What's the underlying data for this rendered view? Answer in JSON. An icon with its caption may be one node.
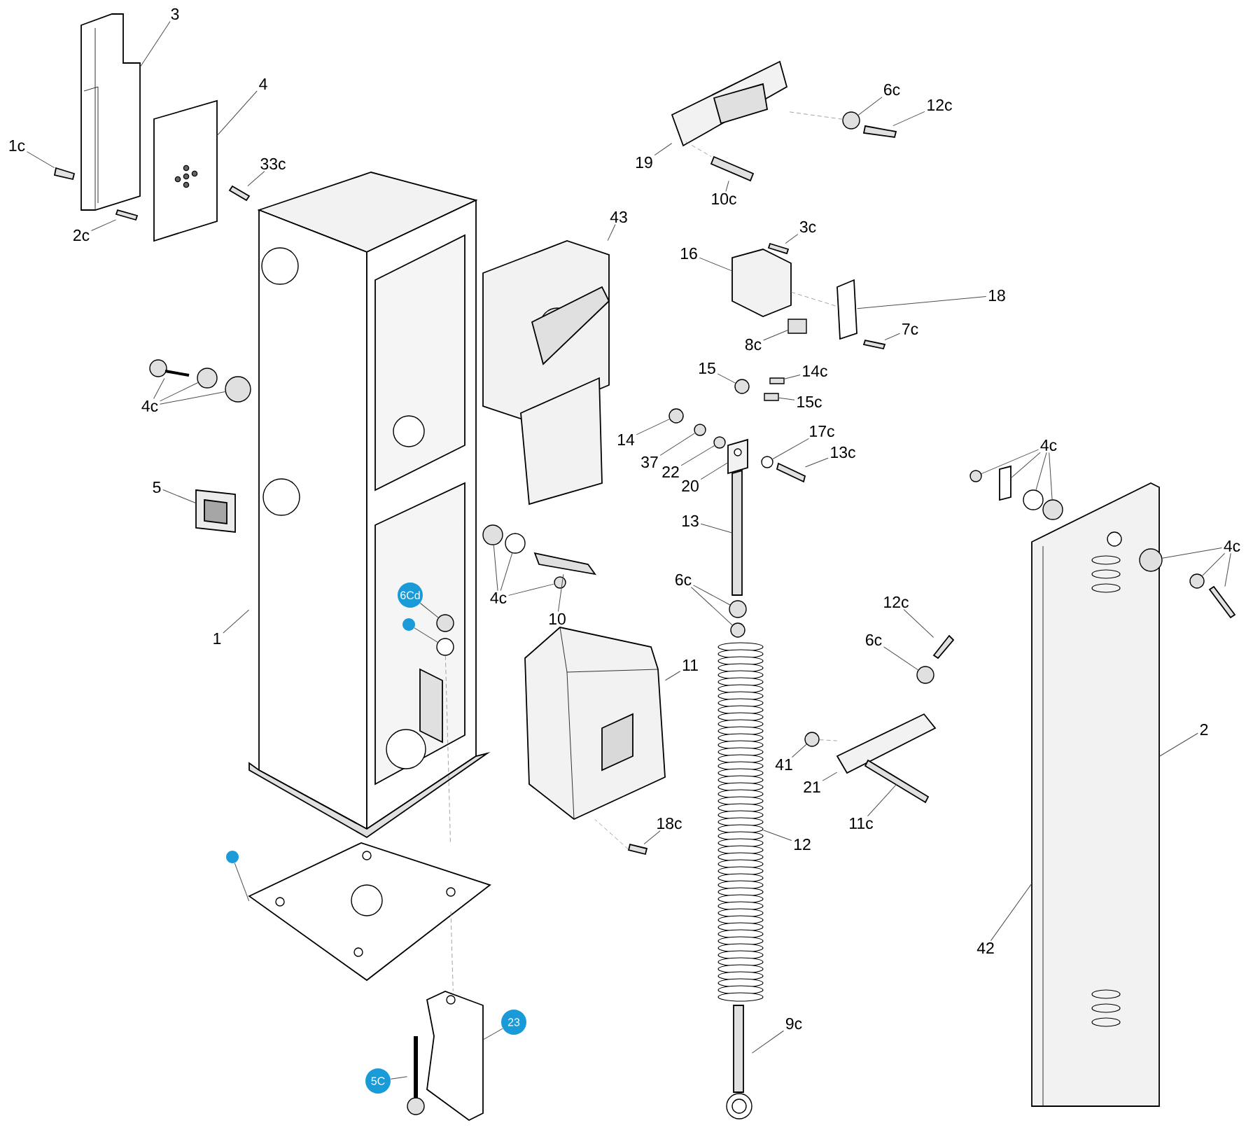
{
  "diagram": {
    "nodes": [
      {
        "text": [
          "3"
        ]
      },
      {
        "text": [
          "4"
        ]
      },
      {
        "text": [
          "1c"
        ]
      },
      {
        "text": [
          "33c"
        ]
      },
      {
        "text": [
          "2c"
        ]
      },
      {
        "text": [
          "43"
        ]
      },
      {
        "text": [
          "4c"
        ]
      },
      {
        "text": [
          "5"
        ]
      },
      {
        "text": [
          "1"
        ]
      },
      {
        "text": [
          "19"
        ]
      },
      {
        "text": [
          "6c"
        ]
      },
      {
        "text": [
          "12c"
        ]
      },
      {
        "text": [
          "10c"
        ]
      },
      {
        "text": [
          "3c"
        ]
      },
      {
        "text": [
          "16"
        ]
      },
      {
        "text": [
          "18"
        ]
      },
      {
        "text": [
          "7c"
        ]
      },
      {
        "text": [
          "8c"
        ]
      },
      {
        "text": [
          "15"
        ]
      },
      {
        "text": [
          "14c"
        ]
      },
      {
        "text": [
          "15c"
        ]
      },
      {
        "text": [
          "14"
        ]
      },
      {
        "text": [
          "37"
        ]
      },
      {
        "text": [
          "22"
        ]
      },
      {
        "text": [
          "20"
        ]
      },
      {
        "text": [
          "17c"
        ]
      },
      {
        "text": [
          "13c"
        ]
      },
      {
        "text": [
          "4c"
        ]
      },
      {
        "text": [
          "10"
        ]
      },
      {
        "text": [
          "6Cd"
        ],
        "in": 59
      },
      {
        "text": [],
        "shape": "circle",
        "in": 59
      },
      {
        "text": [
          "11"
        ]
      },
      {
        "text": [
          "13"
        ]
      },
      {
        "text": [
          "6c"
        ]
      },
      {
        "text": [
          "18c"
        ]
      },
      {
        "text": [
          "12c"
        ]
      },
      {
        "text": [
          "6c"
        ]
      },
      {
        "text": [
          "41"
        ]
      },
      {
        "text": [
          "21"
        ]
      },
      {
        "text": [
          "11c"
        ]
      },
      {
        "text": [
          "12"
        ]
      },
      {
        "text": [
          "9c"
        ]
      },
      {
        "text": [],
        "shape": "circle"
      },
      {
        "text": [
          "23"
        ]
      },
      {
        "text": [
          "5C"
        ]
      },
      {
        "text": [
          "4c"
        ]
      },
      {
        "text": [
          "4c"
        ]
      },
      {
        "text": [
          "2"
        ]
      },
      {
        "text": [
          "42"
        ]
      },
      {
        "text": [],
        "shape": "picture"
      },
      {
        "text": [],
        "shape": "picture"
      },
      {
        "text": [],
        "shape": "box"
      },
      {
        "text": [],
        "shape": "box"
      },
      {
        "text": [],
        "shape": "box"
      },
      {
        "text": [],
        "shape": "picture"
      },
      {
        "text": [],
        "shape": "picture"
      },
      {
        "text": [],
        "shape": "circle"
      },
      {
        "text": [],
        "shape": "circle"
      },
      {
        "text": [],
        "shape": "picture"
      },
      {
        "text": [],
        "shape": "picture"
      },
      {
        "text": [],
        "shape": "picture"
      },
      {
        "text": [],
        "shape": "circle"
      },
      {
        "text": [],
        "shape": "box"
      },
      {
        "text": [],
        "shape": "box"
      },
      {
        "text": [],
        "shape": "box"
      },
      {
        "text": [],
        "shape": "box"
      },
      {
        "text": [],
        "shape": "box"
      },
      {
        "text": [],
        "shape": "box"
      },
      {
        "text": [],
        "shape": "box"
      },
      {
        "text": [],
        "shape": "circle"
      },
      {
        "text": [],
        "shape": "box"
      },
      {
        "text": [],
        "shape": "box"
      },
      {
        "text": [],
        "shape": "circle"
      },
      {
        "text": [],
        "shape": "circle"
      },
      {
        "text": [],
        "shape": "circle"
      },
      {
        "text": [],
        "shape": "picture"
      },
      {
        "text": [],
        "shape": "circle"
      },
      {
        "text": [],
        "shape": "box"
      },
      {
        "text": [],
        "shape": "circle"
      },
      {
        "text": [],
        "shape": "circle"
      },
      {
        "text": [],
        "shape": "circle"
      },
      {
        "text": [],
        "shape": "box"
      },
      {
        "text": [],
        "shape": "circle",
        "in": 59
      },
      {
        "text": [],
        "shape": "circle",
        "in": 59
      },
      {
        "text": [],
        "shape": "picture"
      },
      {
        "text": [],
        "shape": "box"
      },
      {
        "text": [],
        "shape": "circle"
      },
      {
        "text": [],
        "shape": "circle"
      },
      {
        "text": [],
        "shape": "box"
      },
      {
        "text": [],
        "shape": "box"
      },
      {
        "text": [],
        "shape": "circle"
      },
      {
        "text": [],
        "shape": "circle"
      },
      {
        "text": [],
        "shape": "box"
      },
      {
        "text": [],
        "shape": "box"
      },
      {
        "text": [],
        "shape": "picture"
      },
      {
        "text": [],
        "shape": "picture"
      },
      {
        "text": [],
        "shape": "picture"
      },
      {
        "text": [],
        "shape": "picture"
      },
      {
        "text": [],
        "shape": "picture"
      },
      {
        "text": [],
        "shape": "circle"
      },
      {
        "text": [],
        "shape": "box"
      },
      {
        "text": [],
        "shape": "circle"
      },
      {
        "text": [],
        "shape": "circle"
      },
      {
        "text": [],
        "shape": "picture"
      },
      {
        "text": [],
        "shape": "circle"
      },
      {
        "text": [],
        "shape": "circle"
      },
      {
        "text": [],
        "shape": "box"
      }
    ],
    "edges": [
      {
        "from": 0,
        "to": 49,
        "arrow": "none"
      },
      {
        "from": 1,
        "to": 50,
        "arrow": "none"
      },
      {
        "from": 2,
        "to": 51,
        "arrow": "none"
      },
      {
        "from": 3,
        "to": 52,
        "arrow": "none"
      },
      {
        "from": 4,
        "to": 53,
        "arrow": "none"
      },
      {
        "from": 5,
        "to": 54,
        "arrow": "none"
      },
      {
        "from": 6,
        "to": 55,
        "arrow": "none"
      },
      {
        "from": 6,
        "to": 56,
        "arrow": "none"
      },
      {
        "from": 6,
        "to": 57,
        "arrow": "none"
      },
      {
        "from": 7,
        "to": 58,
        "arrow": "none"
      },
      {
        "from": 8,
        "to": 59,
        "arrow": "none"
      },
      {
        "from": 9,
        "to": 60,
        "arrow": "none"
      },
      {
        "from": 10,
        "to": 61,
        "arrow": "none"
      },
      {
        "from": 11,
        "to": 62,
        "arrow": "none"
      },
      {
        "from": 12,
        "to": 63,
        "arrow": "none"
      },
      {
        "from": 13,
        "to": 64,
        "arrow": "none"
      },
      {
        "from": 14,
        "to": 65,
        "arrow": "none"
      },
      {
        "from": 15,
        "to": 66,
        "arrow": "none"
      },
      {
        "from": 16,
        "to": 67,
        "arrow": "none"
      },
      {
        "from": 17,
        "to": 68,
        "arrow": "none"
      },
      {
        "from": 18,
        "to": 69,
        "arrow": "none"
      },
      {
        "from": 19,
        "to": 70,
        "arrow": "none"
      },
      {
        "from": 20,
        "to": 71,
        "arrow": "none"
      },
      {
        "from": 21,
        "to": 72,
        "arrow": "none"
      },
      {
        "from": 22,
        "to": 73,
        "arrow": "none"
      },
      {
        "from": 23,
        "to": 74,
        "arrow": "none"
      },
      {
        "from": 24,
        "to": 75,
        "arrow": "none"
      },
      {
        "from": 25,
        "to": 76,
        "arrow": "none"
      },
      {
        "from": 26,
        "to": 77,
        "arrow": "none"
      },
      {
        "from": 27,
        "to": 78,
        "arrow": "none"
      },
      {
        "from": 27,
        "to": 79,
        "arrow": "none"
      },
      {
        "from": 27,
        "to": 80,
        "arrow": "none"
      },
      {
        "from": 28,
        "to": 81,
        "arrow": "none"
      },
      {
        "from": 29,
        "to": 82,
        "arrow": "none"
      },
      {
        "from": 30,
        "to": 83,
        "arrow": "none"
      },
      {
        "from": 31,
        "to": 84,
        "arrow": "none"
      },
      {
        "from": 32,
        "to": 85,
        "arrow": "none"
      },
      {
        "from": 33,
        "to": 86,
        "arrow": "none"
      },
      {
        "from": 33,
        "to": 87,
        "arrow": "none"
      },
      {
        "from": 34,
        "to": 88,
        "arrow": "none"
      },
      {
        "from": 35,
        "to": 89,
        "arrow": "none"
      },
      {
        "from": 36,
        "to": 90,
        "arrow": "none"
      },
      {
        "from": 37,
        "to": 91,
        "arrow": "none"
      },
      {
        "from": 38,
        "to": 92,
        "arrow": "none"
      },
      {
        "from": 39,
        "to": 93,
        "arrow": "none"
      },
      {
        "from": 40,
        "to": 94,
        "arrow": "none"
      },
      {
        "from": 41,
        "to": 95,
        "arrow": "none"
      },
      {
        "from": 42,
        "to": 96,
        "arrow": "none"
      },
      {
        "from": 43,
        "to": 97,
        "arrow": "none"
      },
      {
        "from": 44,
        "to": 98,
        "arrow": "none"
      },
      {
        "from": 45,
        "to": 99,
        "arrow": "none"
      },
      {
        "from": 45,
        "to": 100,
        "arrow": "none"
      },
      {
        "from": 45,
        "to": 101,
        "arrow": "none"
      },
      {
        "from": 45,
        "to": 102,
        "arrow": "none"
      },
      {
        "from": 46,
        "to": 104,
        "arrow": "none"
      },
      {
        "from": 46,
        "to": 105,
        "arrow": "none"
      },
      {
        "from": 46,
        "to": 106,
        "arrow": "none"
      },
      {
        "from": 47,
        "to": 103,
        "arrow": "none"
      },
      {
        "from": 48,
        "to": 103,
        "arrow": "none"
      },
      {
        "from": 83,
        "to": 96,
        "arrow": "none",
        "style": "dashed"
      },
      {
        "from": 88,
        "to": 84,
        "arrow": "none",
        "style": "dashed"
      },
      {
        "from": 61,
        "to": 60,
        "arrow": "none",
        "style": "dashed"
      },
      {
        "from": 60,
        "to": 63,
        "arrow": "none",
        "style": "dashed"
      },
      {
        "from": 65,
        "to": 66,
        "arrow": "none",
        "style": "dashed"
      },
      {
        "from": 91,
        "to": 92,
        "arrow": "none",
        "style": "dashed"
      },
      {
        "from": 96,
        "to": 97,
        "arrow": "none",
        "style": "dashed"
      }
    ]
  }
}
